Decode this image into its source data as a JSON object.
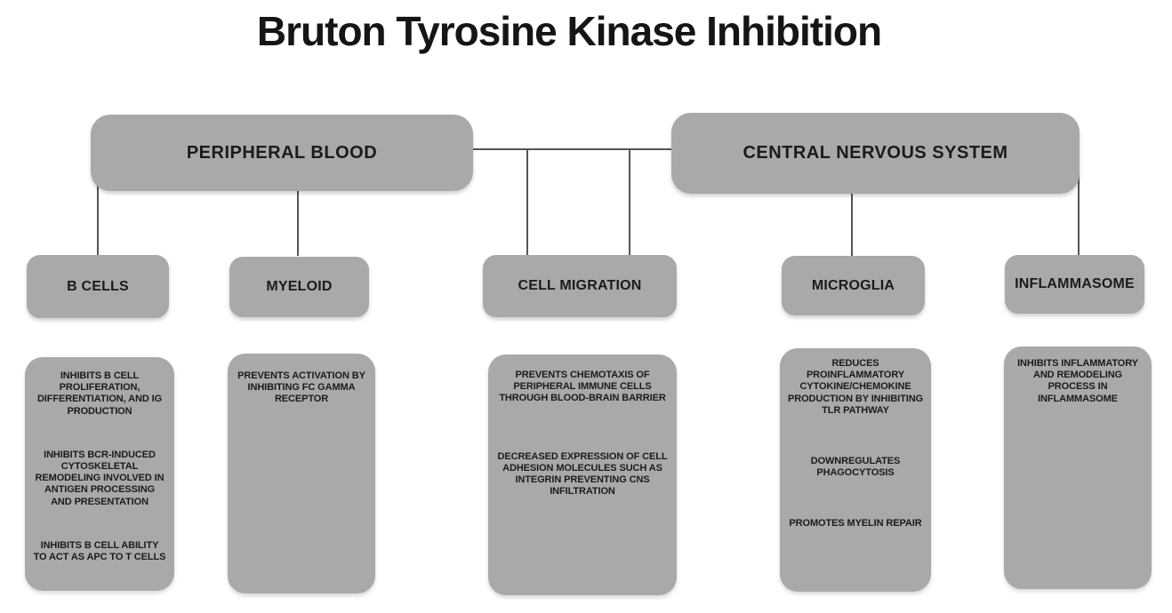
{
  "title": "Bruton Tyrosine Kinase Inhibition",
  "colors": {
    "background": "#ffffff",
    "box_fill": "#a9a9a9",
    "text": "#1b1b1b",
    "line": "#555555"
  },
  "top_nodes": [
    {
      "id": "peripheral-blood",
      "label": "PERIPHERAL BLOOD"
    },
    {
      "id": "central-nervous-system",
      "label": "CENTRAL NERVOUS SYSTEM"
    }
  ],
  "branches": [
    {
      "id": "b-cells",
      "parent": "peripheral-blood",
      "label": "B CELLS",
      "details": [
        "INHIBITS B CELL PROLIFERATION, DIFFERENTIATION, AND IG PRODUCTION",
        "INHIBITS BCR-INDUCED CYTOSKELETAL REMODELING INVOLVED IN ANTIGEN PROCESSING AND PRESENTATION",
        "INHIBITS B CELL ABILITY TO ACT AS APC TO T CELLS"
      ]
    },
    {
      "id": "myeloid",
      "parent": "peripheral-blood",
      "label": "MYELOID",
      "details": [
        "PREVENTS ACTIVATION BY INHIBITING FC GAMMA RECEPTOR"
      ]
    },
    {
      "id": "cell-migration",
      "parent": "peripheral-blood-and-central-nervous-system",
      "label": "CELL MIGRATION",
      "details": [
        "PREVENTS CHEMOTAXIS OF PERIPHERAL IMMUNE CELLS THROUGH BLOOD-BRAIN BARRIER",
        "DECREASED EXPRESSION OF CELL ADHESION MOLECULES SUCH AS INTEGRIN PREVENTING CNS INFILTRATION"
      ]
    },
    {
      "id": "microglia",
      "parent": "central-nervous-system",
      "label": "MICROGLIA",
      "details": [
        "REDUCES PROINFLAMMATORY CYTOKINE/CHEMOKINE PRODUCTION BY INHIBITING TLR PATHWAY",
        "DOWNREGULATES PHAGOCYTOSIS",
        "PROMOTES MYELIN REPAIR"
      ]
    },
    {
      "id": "inflammasome",
      "parent": "central-nervous-system",
      "label": "INFLAMMASOME",
      "details": [
        "INHIBITS INFLAMMATORY AND REMODELING PROCESS IN INFLAMMASOME"
      ]
    }
  ]
}
